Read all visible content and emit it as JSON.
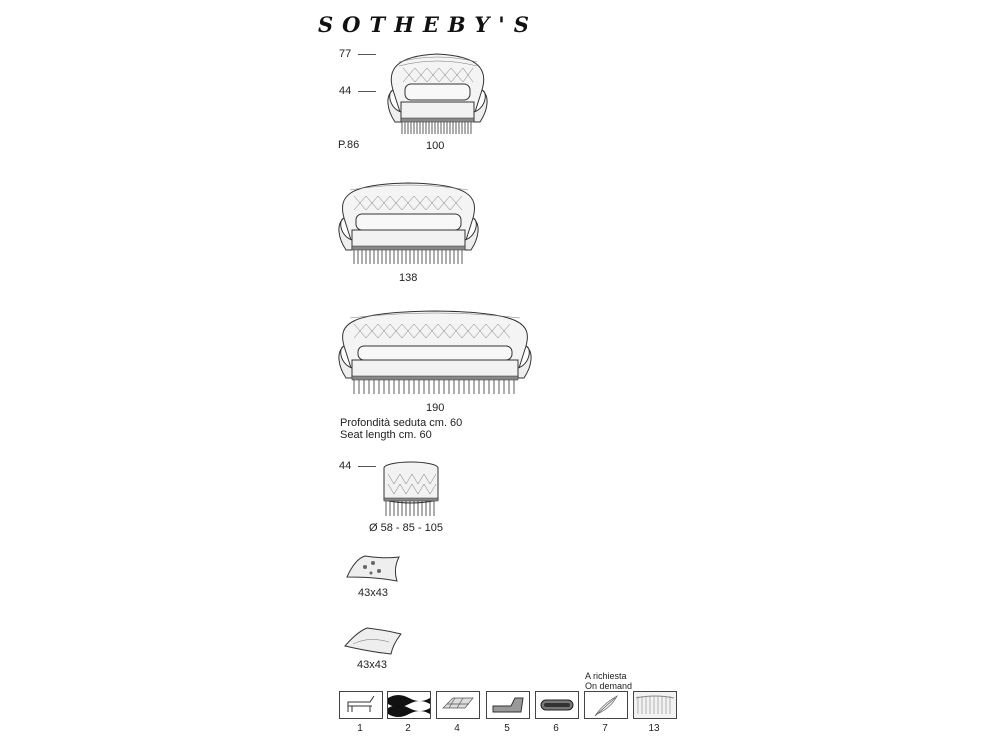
{
  "brand": "SOTHEBY'S",
  "armchair": {
    "height_total": "77",
    "height_seat": "44",
    "depth": "P.86",
    "width": "100"
  },
  "sofa2": {
    "width": "138"
  },
  "sofa3": {
    "width": "190",
    "seat_note_it": "Profondità seduta cm. 60",
    "seat_note_en": "Seat length cm. 60"
  },
  "pouf": {
    "height": "44",
    "diameters": "Ø  58 - 85 - 105"
  },
  "cushion1": {
    "size": "43x43"
  },
  "cushion2": {
    "size": "43x43"
  },
  "legend": {
    "on_demand_it": "A richiesta",
    "on_demand_en": "On demand",
    "icons": [
      {
        "num": "1",
        "icon": "frame-icon"
      },
      {
        "num": "2",
        "icon": "springs-icon"
      },
      {
        "num": "4",
        "icon": "webbing-icon"
      },
      {
        "num": "5",
        "icon": "padding-icon"
      },
      {
        "num": "6",
        "icon": "cushion-icon"
      },
      {
        "num": "7",
        "icon": "feather-icon"
      },
      {
        "num": "13",
        "icon": "fringe-icon"
      }
    ]
  }
}
